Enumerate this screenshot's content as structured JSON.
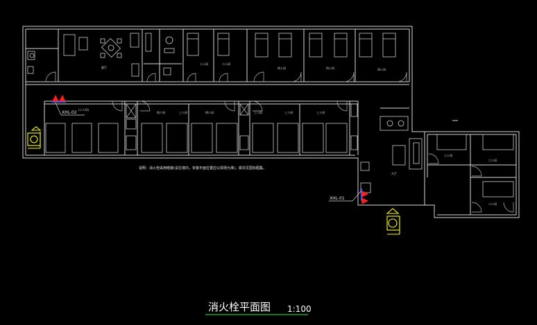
{
  "title": "消火栓平面图",
  "scale": "1:100",
  "note": "说明：消火栓采用暗装(设在墙内，安装平面位置应以现场为准)，做法见国标图集。",
  "hydrants": [
    {
      "label": "XHL-02",
      "sublabel": "(二人间)"
    },
    {
      "label": "XHL-01"
    }
  ],
  "rooms": [
    {
      "name": "客厅"
    },
    {
      "name": "二人间"
    },
    {
      "name": "二人间"
    },
    {
      "name": "四人间"
    },
    {
      "name": "四人间"
    },
    {
      "name": "四人间"
    },
    {
      "name": "四人间"
    },
    {
      "name": "四人间"
    },
    {
      "name": "三人间"
    },
    {
      "name": "三人间"
    },
    {
      "name": "三人间"
    },
    {
      "name": "三人间"
    },
    {
      "name": "大厅"
    },
    {
      "name": "二人间"
    },
    {
      "name": "二人间"
    },
    {
      "name": "二人间"
    }
  ],
  "colors": {
    "background": "#000000",
    "walls": "#d8d8d8",
    "accent": "#ffff00",
    "hydrant": "#ff2020",
    "pipe": "#3060ff",
    "underline": "#20c040"
  }
}
